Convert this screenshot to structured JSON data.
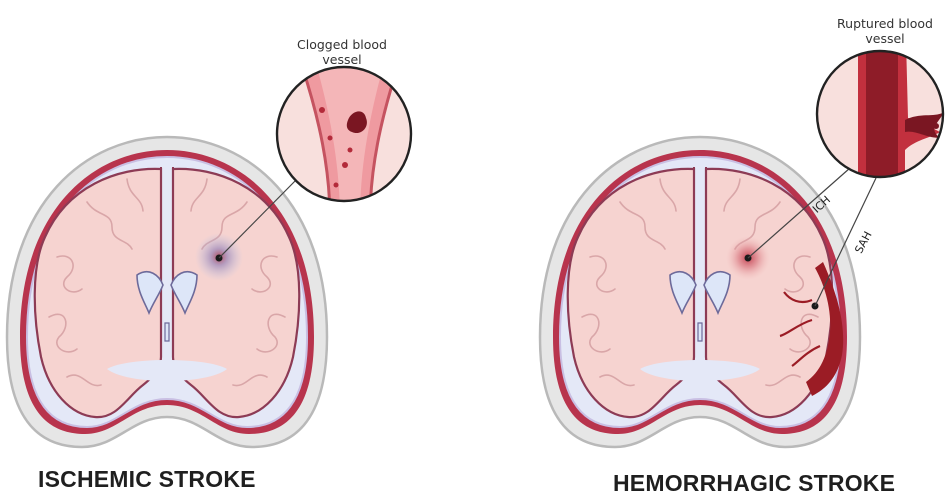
{
  "ischemic": {
    "title": "ISCHEMIC STROKE",
    "callout_line1": "Clogged blood",
    "callout_line2": "vessel"
  },
  "hemorrhagic": {
    "title": "HEMORRHAGIC STROKE",
    "callout_line1": "Ruptured blood",
    "callout_line2": "vessel",
    "label_ich": "ICH",
    "label_sah": "SAH"
  },
  "colors": {
    "skull": "#e3e3e3",
    "dura": "#b8344d",
    "brain": "#f6d3d0",
    "ventricle": "#dde6f8",
    "blood": "#9b1c25"
  }
}
